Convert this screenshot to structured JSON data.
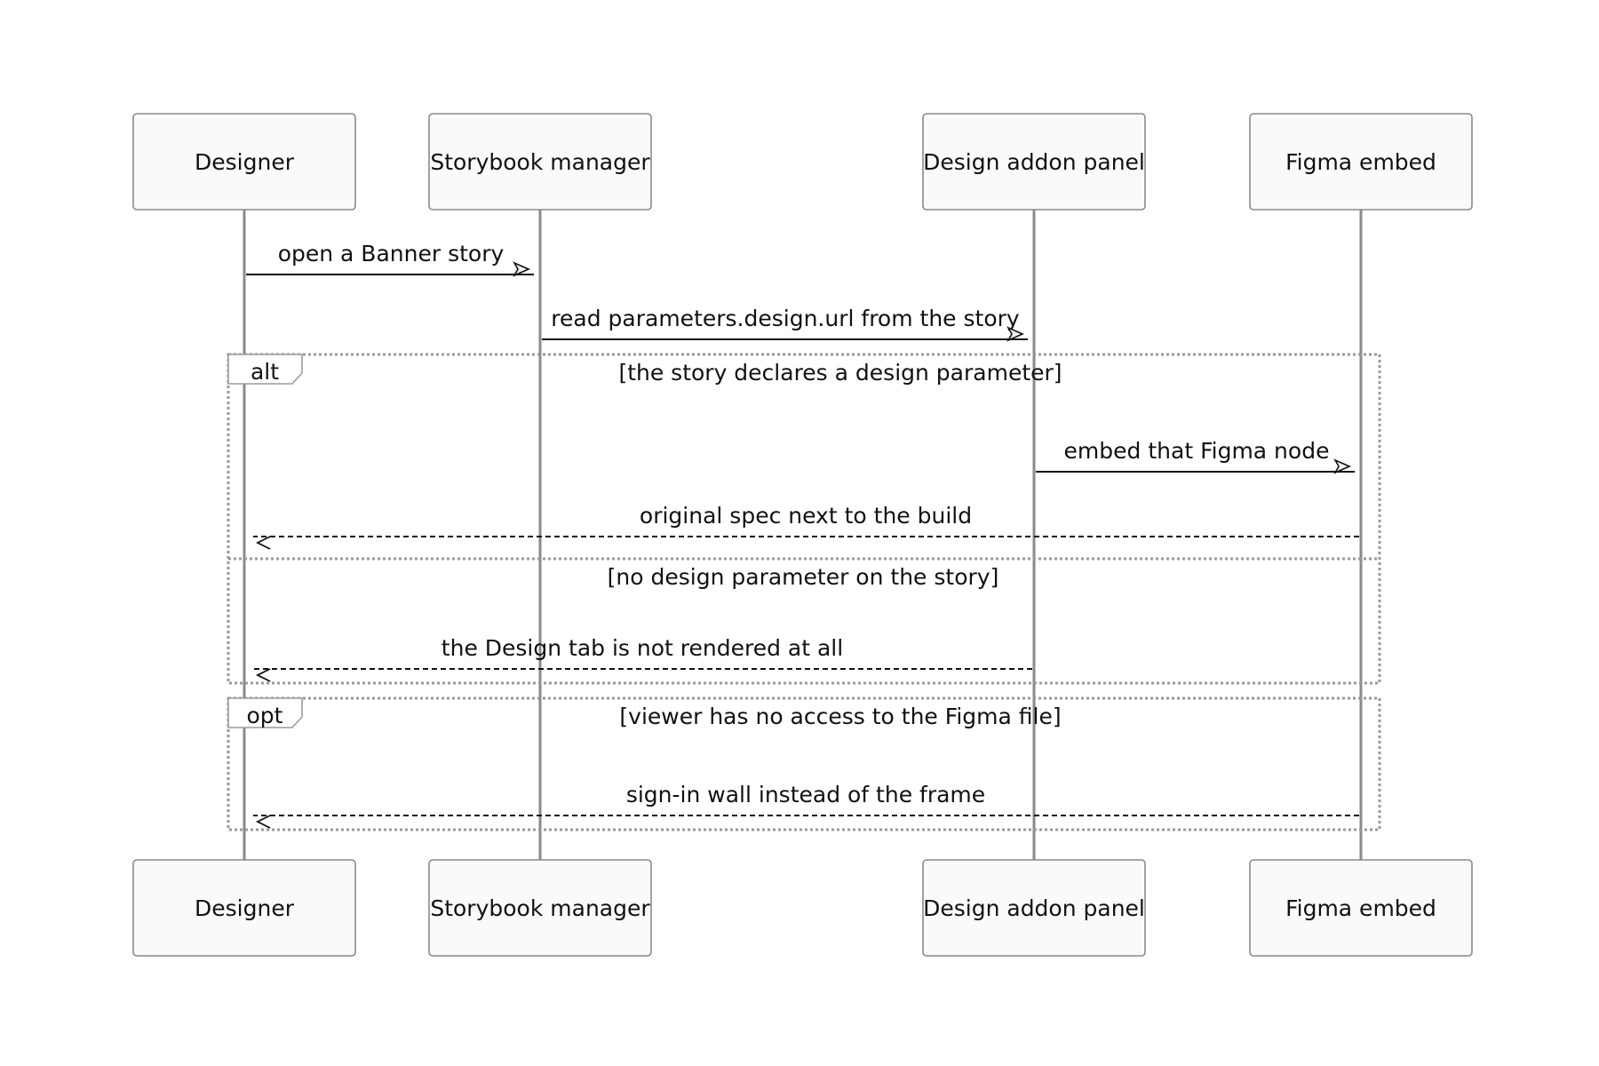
{
  "diagram": {
    "actors": [
      {
        "id": "designer",
        "label": "Designer"
      },
      {
        "id": "manager",
        "label": "Storybook manager"
      },
      {
        "id": "addon",
        "label": "Design addon panel"
      },
      {
        "id": "figma",
        "label": "Figma embed"
      }
    ],
    "messages": [
      {
        "id": "m1",
        "label": "open a Banner story",
        "from": "designer",
        "to": "manager",
        "style": "solid"
      },
      {
        "id": "m2",
        "label": "read parameters.design.url from the story",
        "from": "manager",
        "to": "addon",
        "style": "solid"
      },
      {
        "id": "m3",
        "label": "embed that Figma node",
        "from": "addon",
        "to": "figma",
        "style": "solid"
      },
      {
        "id": "m4",
        "label": "original spec next to the build",
        "from": "figma",
        "to": "designer",
        "style": "dashed"
      },
      {
        "id": "m5",
        "label": "the Design tab is not rendered at all",
        "from": "addon",
        "to": "designer",
        "style": "dashed"
      },
      {
        "id": "m6",
        "label": "sign-in wall instead of the frame",
        "from": "figma",
        "to": "designer",
        "style": "dashed"
      }
    ],
    "fragments": [
      {
        "id": "alt",
        "kind": "alt",
        "sections": [
          {
            "condition": "[the story declares a design parameter]"
          },
          {
            "condition": "[no design parameter on the story]"
          }
        ]
      },
      {
        "id": "opt",
        "kind": "opt",
        "sections": [
          {
            "condition": "[viewer has no access to the Figma file]"
          }
        ]
      }
    ]
  }
}
